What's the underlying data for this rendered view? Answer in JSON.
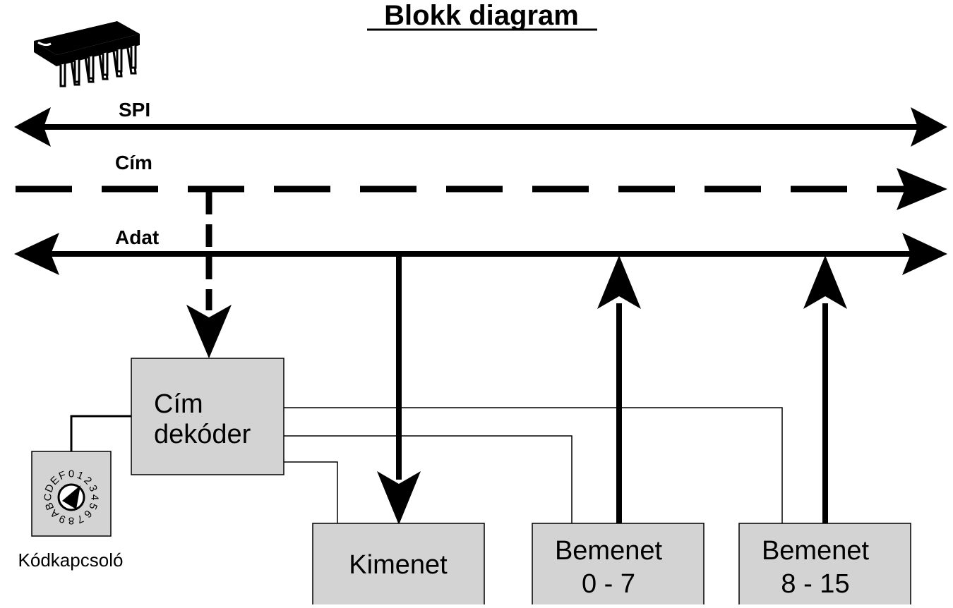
{
  "title": "Blokk diagram",
  "buses": {
    "spi": "SPI",
    "cim": "Cím",
    "adat": "Adat"
  },
  "blocks": {
    "decoder_line1": "Cím",
    "decoder_line2": "dekóder",
    "kimenet": "Kimenet",
    "bemenet1_line1": "Bemenet",
    "bemenet1_line2": "0 - 7",
    "bemenet2_line1": "Bemenet",
    "bemenet2_line2": "8 - 15"
  },
  "switch": {
    "label": "Kódkapcsoló",
    "dial_digits": [
      "0",
      "1",
      "2",
      "3",
      "4",
      "5",
      "6",
      "7",
      "8",
      "9",
      "A",
      "B",
      "C",
      "D",
      "E",
      "F"
    ]
  },
  "colors": {
    "box_fill": "#d3d3d3",
    "line": "#000000",
    "background": "#ffffff"
  },
  "icons": [
    "ic-chip-icon",
    "rotary-switch-icon"
  ]
}
